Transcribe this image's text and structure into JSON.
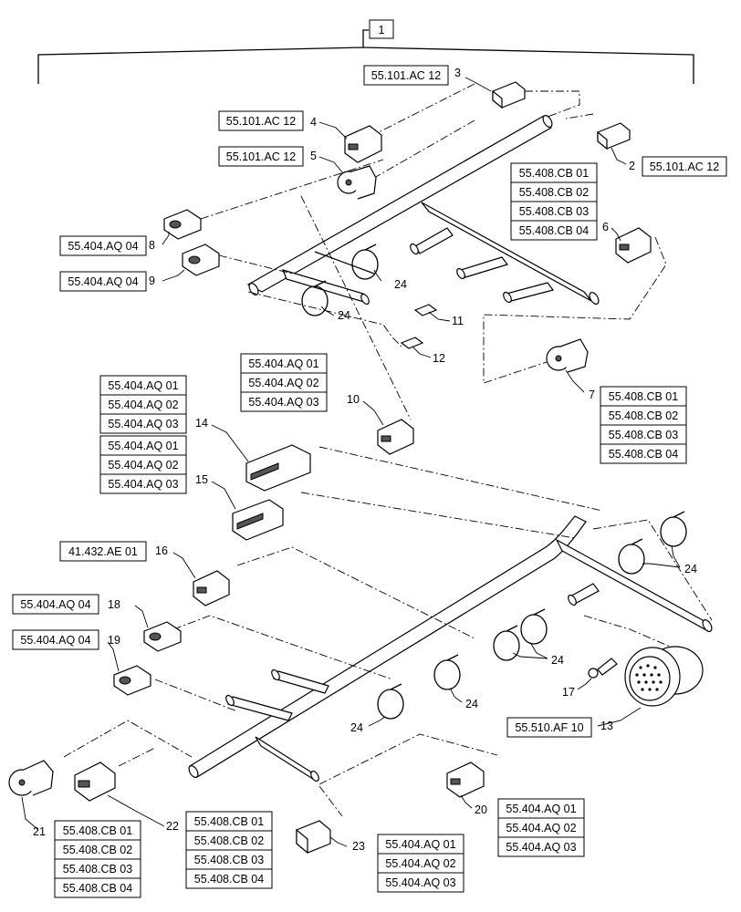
{
  "assembly": {
    "item": "1"
  },
  "callouts": {
    "c2": "2",
    "c3": "3",
    "c4": "4",
    "c5": "5",
    "c6": "6",
    "c7": "7",
    "c8": "8",
    "c9": "9",
    "c10": "10",
    "c11": "11",
    "c12": "12",
    "c13": "13",
    "c14": "14",
    "c15": "15",
    "c16": "16",
    "c17": "17",
    "c18": "18",
    "c19": "19",
    "c20": "20",
    "c21": "21",
    "c22": "22",
    "c23": "23",
    "c24a": "24",
    "c24b": "24",
    "c24c": "24",
    "c24d": "24",
    "c24e": "24",
    "c24f": "24"
  },
  "refs": {
    "r3": "55.101.AC 12",
    "r4": "55.101.AC 12",
    "r5": "55.101.AC 12",
    "r2": "55.101.AC 12",
    "r6": [
      "55.408.CB 01",
      "55.408.CB 02",
      "55.408.CB 03",
      "55.408.CB 04"
    ],
    "r8": "55.404.AQ 04",
    "r9": "55.404.AQ 04",
    "r10": [
      "55.404.AQ 01",
      "55.404.AQ 02",
      "55.404.AQ 03"
    ],
    "r14": [
      "55.404.AQ 01",
      "55.404.AQ 02",
      "55.404.AQ 03"
    ],
    "r15": [
      "55.404.AQ 01",
      "55.404.AQ 02",
      "55.404.AQ 03"
    ],
    "r7": [
      "55.408.CB 01",
      "55.408.CB 02",
      "55.408.CB 03",
      "55.408.CB 04"
    ],
    "r16": "41.432.AE 01",
    "r18": "55.404.AQ 04",
    "r19": "55.404.AQ 04",
    "r13": "55.510.AF 10",
    "r21": [
      "55.408.CB 01",
      "55.408.CB 02",
      "55.408.CB 03",
      "55.408.CB 04"
    ],
    "r22": [
      "55.408.CB 01",
      "55.408.CB 02",
      "55.408.CB 03",
      "55.408.CB 04"
    ],
    "r23": [
      "55.404.AQ 01",
      "55.404.AQ 02",
      "55.404.AQ 03"
    ],
    "r20": [
      "55.404.AQ 01",
      "55.404.AQ 02",
      "55.404.AQ 03"
    ]
  }
}
